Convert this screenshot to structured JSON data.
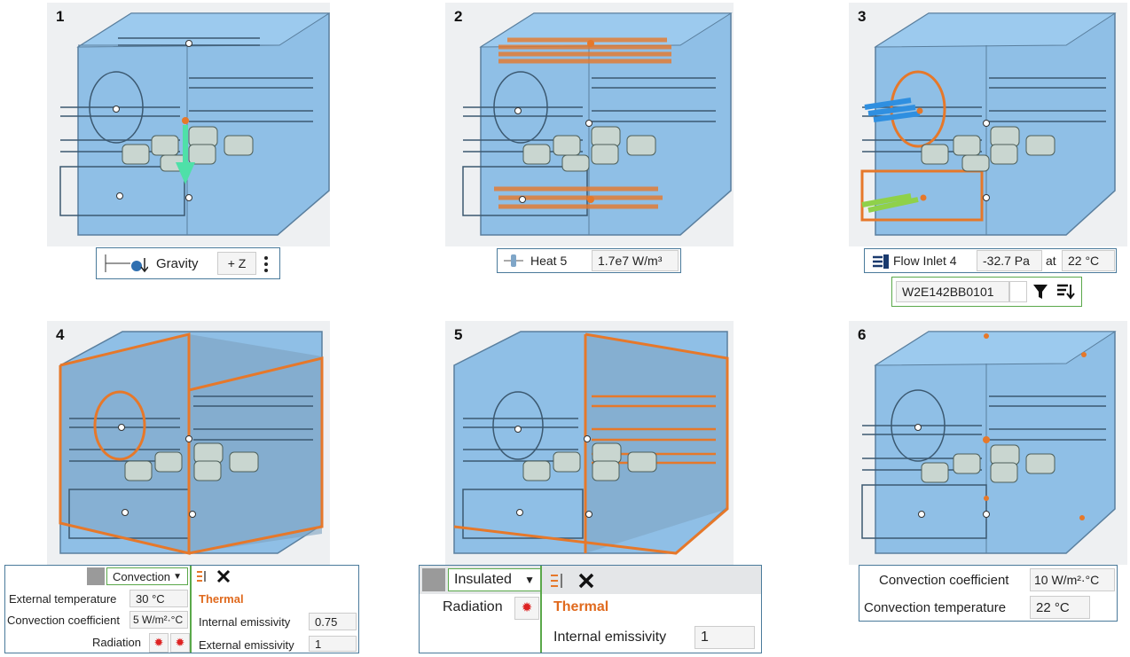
{
  "panels": [
    {
      "label": "1"
    },
    {
      "label": "2"
    },
    {
      "label": "3"
    },
    {
      "label": "4"
    },
    {
      "label": "5"
    },
    {
      "label": "6"
    }
  ],
  "gravity_bar": {
    "label": "Gravity",
    "direction": "+ Z"
  },
  "heat_bar": {
    "label": "Heat 5",
    "value": "1.7e7 W/m³"
  },
  "flow_bar": {
    "label": "Flow Inlet 4",
    "pressure": "-32.7 Pa",
    "at": "at",
    "temperature": "22 °C"
  },
  "filter_bar": {
    "code": "W2E142BB0101"
  },
  "panel4_bar": {
    "mode": "Convection",
    "ext_temp_label": "External temperature",
    "ext_temp_value": "30 °C",
    "conv_coef_label": "Convection coefficient",
    "conv_coef_value": "5 W/m²·°C",
    "radiation_label": "Radiation",
    "thermal_label": "Thermal",
    "int_emis_label": "Internal emissivity",
    "int_emis_value": "0.75",
    "ext_emis_label": "External emissivity",
    "ext_emis_value": "1"
  },
  "panel5_bar": {
    "mode": "Insulated",
    "radiation_label": "Radiation",
    "thermal_label": "Thermal",
    "int_emis_label": "Internal emissivity",
    "int_emis_value": "1"
  },
  "panel6_bar": {
    "conv_coef_label": "Convection coefficient",
    "conv_coef_value": "10 W/m²·°C",
    "conv_temp_label": "Convection temperature",
    "conv_temp_value": "22 °C"
  },
  "colors": {
    "box_fill": "#8fbfe6",
    "box_edge": "#5a7f9e",
    "highlight": "#e6782a",
    "arrow": "#4fe0a8",
    "flow_blue": "#2f8fe0",
    "flow_green": "#8fd14a"
  },
  "icons": [
    "gravity-icon",
    "heat-icon",
    "flow-inlet-icon",
    "filter-icon",
    "sort-icon",
    "thermometer-icon",
    "radiation-icon",
    "close-icon",
    "settings-icon"
  ]
}
